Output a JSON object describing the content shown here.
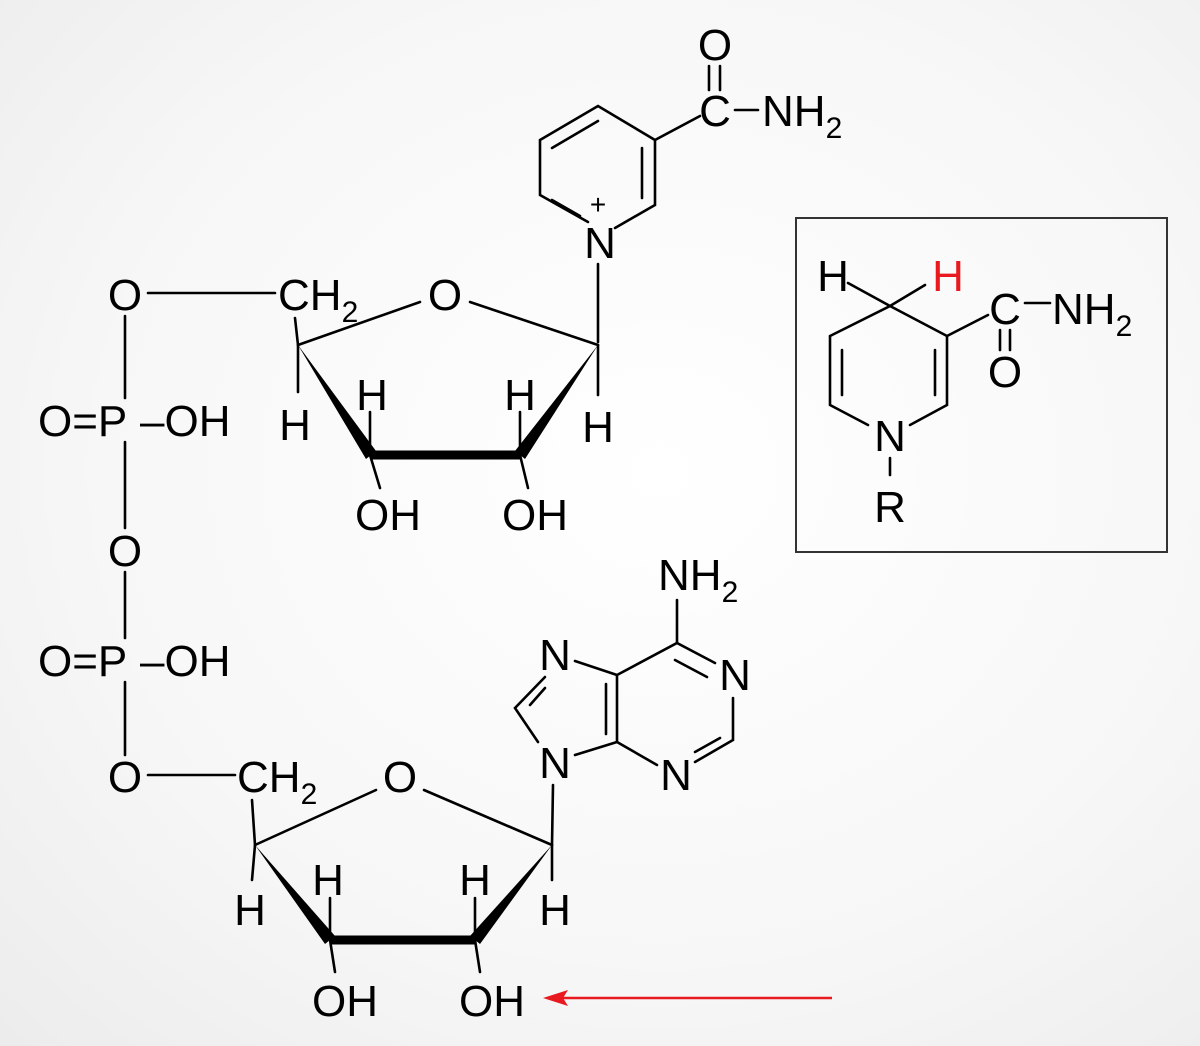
{
  "title": "NAD+ structure",
  "colors": {
    "highlight": "#e8191f",
    "ink": "#000000",
    "box": "#333333"
  },
  "nicotinamide": {
    "carbonyl_o": "O",
    "carbonyl_c": "C",
    "nh2_main": "NH",
    "nh2_sub": "2",
    "ring_n": "N",
    "charge": "+"
  },
  "ribose_top": {
    "ch2_main": "CH",
    "ch2_sub": "2",
    "ring_o": "O",
    "h_c4": "H",
    "h_c3": "H",
    "h_c2": "H",
    "h_c1": "H",
    "oh_c3": "OH",
    "oh_c2": "OH"
  },
  "phosphate": {
    "o_top": "O",
    "p1_left": "O=P",
    "p1_oh": "–OH",
    "o_bridge": "O",
    "p2_left": "O=P",
    "p2_oh": "–OH",
    "o_bottom": "O"
  },
  "adenine": {
    "nh2_main": "NH",
    "nh2_sub": "2",
    "n7": "N",
    "n1": "N",
    "n9": "N",
    "n3": "N"
  },
  "ribose_bottom": {
    "ch2_main": "CH",
    "ch2_sub": "2",
    "ring_o": "O",
    "h_c4": "H",
    "h_c3": "H",
    "h_c2": "H",
    "h_c1": "H",
    "oh_c3": "OH",
    "oh_c2": "OH"
  },
  "inset_nadh": {
    "h_black": "H",
    "h_red": "H",
    "carbonyl_c": "C",
    "nh2_main": "NH",
    "nh2_sub": "2",
    "carbonyl_o": "O",
    "ring_n": "N",
    "r_group": "R"
  }
}
